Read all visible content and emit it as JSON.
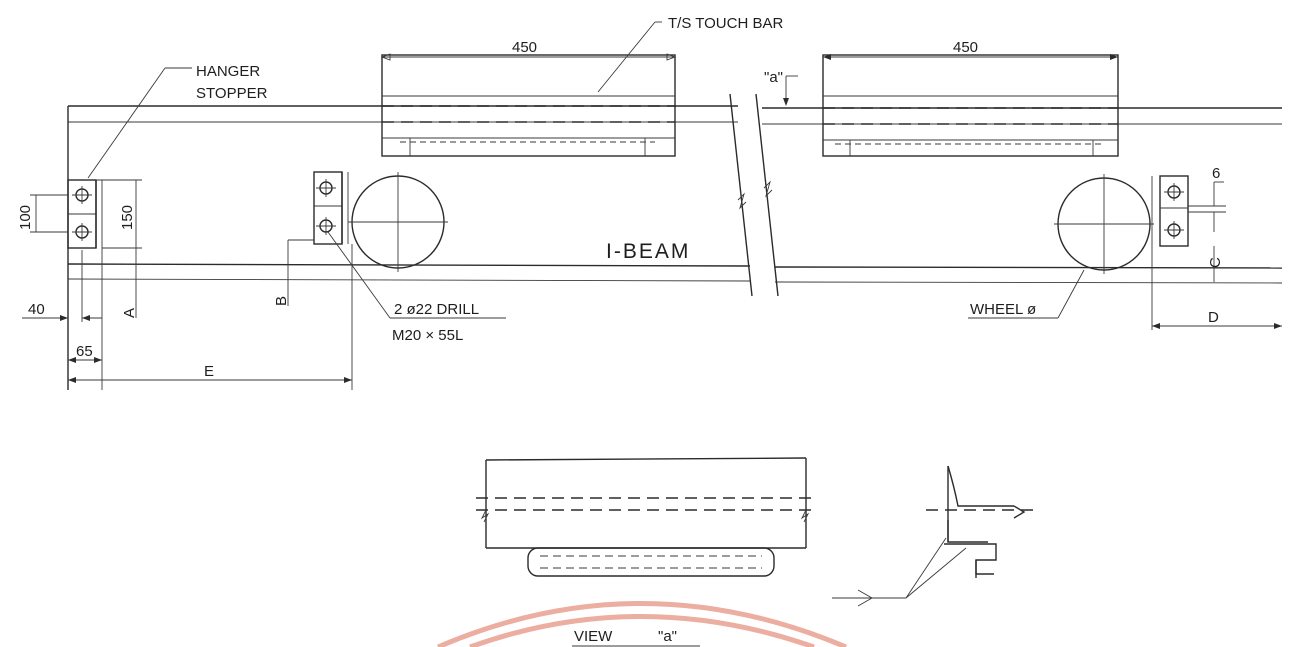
{
  "labels": {
    "touch_bar": "T/S TOUCH BAR",
    "hanger_line1": "HANGER",
    "hanger_line2": "STOPPER",
    "view_mark": "\"a\"",
    "ibeam": "I-BEAM",
    "drill_line1": "2 ø22 DRILL",
    "drill_line2": "M20 × 55L",
    "wheel": "WHEEL ø",
    "view_title_word": "VIEW",
    "view_title_mark": "\"a\""
  },
  "dimensions": {
    "touch_bar_left": "450",
    "touch_bar_right": "450",
    "hole_pitch": "100",
    "plate_height": "150",
    "dim_a": "A",
    "dim_b": "B",
    "dim_c": "C",
    "dim_d": "D",
    "dim_e": "E",
    "edge_40": "40",
    "edge_65": "65",
    "gap_6": "6"
  },
  "colors": {
    "line": "#2b2b2b",
    "stamp": "#e7a08f"
  }
}
